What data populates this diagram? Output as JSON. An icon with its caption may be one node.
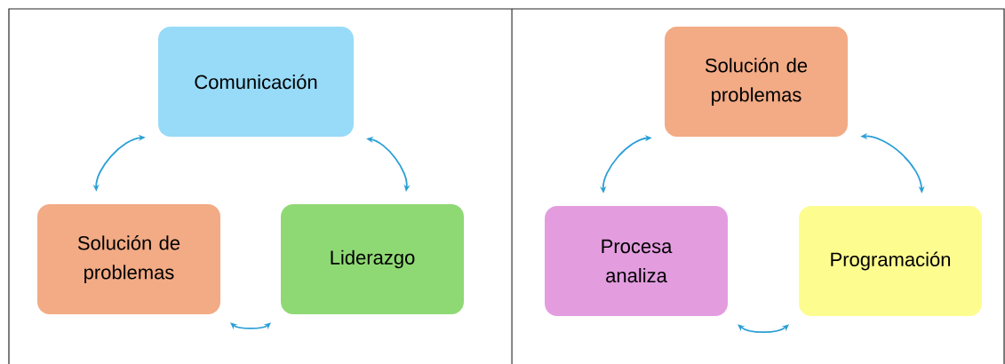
{
  "diagram": {
    "nodes": [
      {
        "text": [
          "Comunicación"
        ]
      },
      {
        "text": [
          "Solución de problemas"
        ]
      },
      {
        "text": [
          "Liderazgo"
        ]
      },
      {
        "text": [
          "Solución de problemas"
        ]
      },
      {
        "text": [
          "Procesa analiza"
        ]
      },
      {
        "text": [
          "Programación"
        ]
      }
    ],
    "edges": [
      {
        "from": 0,
        "to": 1,
        "arrow": "both"
      },
      {
        "from": 0,
        "to": 2,
        "arrow": "both"
      },
      {
        "from": 1,
        "to": 2,
        "arrow": "both"
      },
      {
        "from": 3,
        "to": 4,
        "arrow": "both"
      },
      {
        "from": 3,
        "to": 5,
        "arrow": "both"
      },
      {
        "from": 4,
        "to": 5,
        "arrow": "both"
      }
    ]
  }
}
